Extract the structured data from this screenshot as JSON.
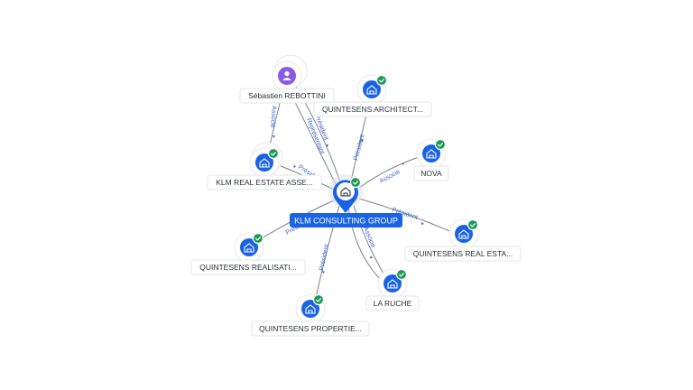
{
  "graph": {
    "center": {
      "label": "KLM CONSULTING GROUP",
      "icon": "building-icon",
      "verified": true
    },
    "nodes": [
      {
        "id": "sebastien",
        "label": "Sébastien REBOTTINI",
        "icon": "person-icon",
        "verified": false
      },
      {
        "id": "quintesens-architect",
        "label": "QUINTESENS ARCHITECT...",
        "icon": "building-icon",
        "verified": true
      },
      {
        "id": "nova",
        "label": "NOVA",
        "icon": "building-icon",
        "verified": true
      },
      {
        "id": "klm-real-estate",
        "label": "KLM REAL ESTATE ASSE...",
        "icon": "building-icon",
        "verified": true
      },
      {
        "id": "quintesens-real-esta",
        "label": "QUINTESENS REAL ESTA...",
        "icon": "building-icon",
        "verified": true
      },
      {
        "id": "quintesens-realisati",
        "label": "QUINTESENS REALISATI...",
        "icon": "building-icon",
        "verified": true
      },
      {
        "id": "la-ruche",
        "label": "LA RUCHE",
        "icon": "building-icon",
        "verified": true
      },
      {
        "id": "quintesens-propertie",
        "label": "QUINTESENS PROPERTIE...",
        "icon": "building-icon",
        "verified": true
      }
    ],
    "edges": [
      {
        "from": "sebastien",
        "to": "center",
        "label": "Président"
      },
      {
        "from": "sebastien",
        "to": "center",
        "label": "Représentant"
      },
      {
        "from": "sebastien",
        "to": "klm-real-estate",
        "label": "Associé"
      },
      {
        "from": "quintesens-architect",
        "to": "center",
        "label": "Président"
      },
      {
        "from": "nova",
        "to": "center",
        "label": "Associé"
      },
      {
        "from": "klm-real-estate",
        "to": "center",
        "label": "Président"
      },
      {
        "from": "quintesens-real-esta",
        "to": "center",
        "label": "Président"
      },
      {
        "from": "quintesens-realisati",
        "to": "center",
        "label": "Président"
      },
      {
        "from": "la-ruche",
        "to": "center",
        "label": "Associé"
      },
      {
        "from": "quintesens-propertie",
        "to": "center",
        "label": "Président"
      }
    ]
  }
}
